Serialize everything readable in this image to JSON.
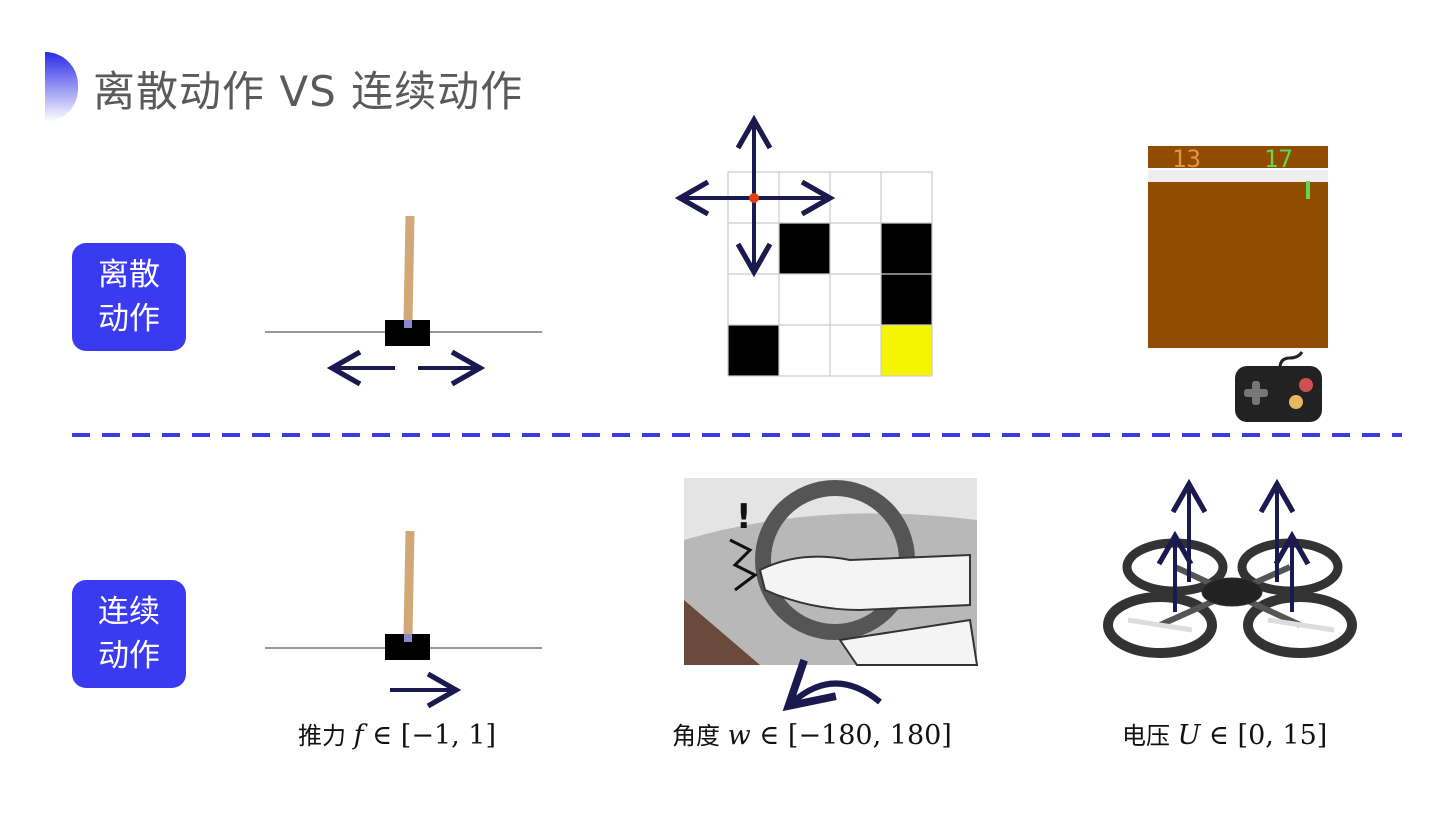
{
  "title": "离散动作 VS 连续动作",
  "rows": [
    {
      "label_line1": "离散",
      "label_line2": "动作"
    },
    {
      "label_line1": "连续",
      "label_line2": "动作"
    }
  ],
  "game": {
    "score_left": "13",
    "score_right": "17"
  },
  "captions": [
    {
      "prefix": "推力",
      "var": "f",
      "range": " ∈ [−1, 1]"
    },
    {
      "prefix": "角度",
      "var": "w",
      "range": " ∈ [−180, 180]"
    },
    {
      "prefix": "电压",
      "var": "U",
      "range": " ∈ [0, 15]"
    }
  ],
  "colors": {
    "accent": "#3a3af0",
    "arrow": "#1a1a4e",
    "game_bg": "#924c00",
    "goal": "#f5f500"
  }
}
